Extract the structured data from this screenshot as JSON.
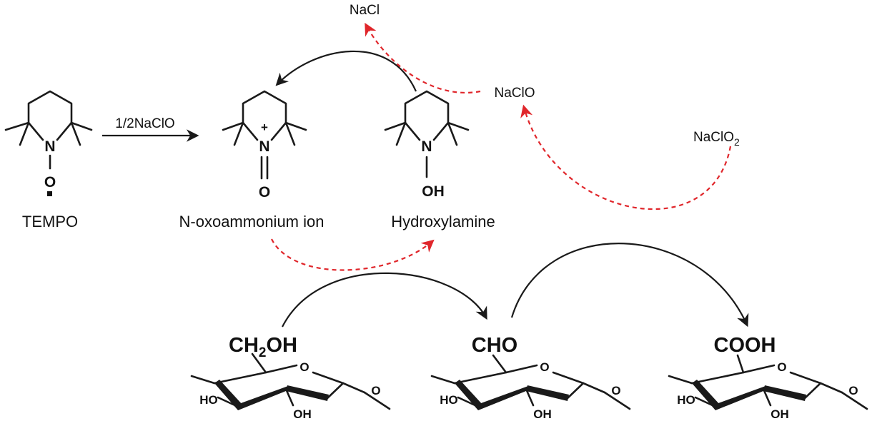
{
  "reagents": {
    "nacl": "NaCl",
    "naclo": "NaClO",
    "naclo2_base": "NaClO",
    "naclo2_sub": "2",
    "half_naclo": "1/2NaClO"
  },
  "species": {
    "tempo": "TEMPO",
    "oxoammonium": "N-oxoammonium ion",
    "hydroxylamine": "Hydroxylamine"
  },
  "atoms": {
    "n": "N",
    "o": "O",
    "oh": "OH",
    "plus": "+",
    "ho": "HO"
  },
  "groups": {
    "ch2oh_a": "CH",
    "ch2oh_sub": "2",
    "ch2oh_b": "OH",
    "cho": "CHO",
    "cooh": "COOH"
  },
  "colors": {
    "ch2oh": "#1e8a2e",
    "cho": "#1a1aff",
    "cooh": "#e8141e",
    "red_arrow": "#e0262b",
    "black": "#1a1a1a"
  }
}
